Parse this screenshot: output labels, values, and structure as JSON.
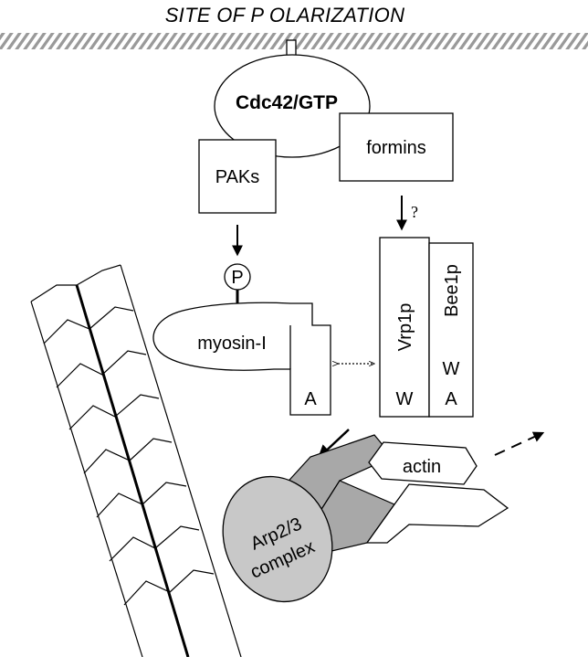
{
  "title": "SITE OF P OLARIZATION",
  "nodes": {
    "cdc42": "Cdc42/GTP",
    "paks": "PAKs",
    "formins": "formins",
    "phospho": "P",
    "myosin": "myosin-I",
    "myosin_a": "A",
    "vrp1p": "Vrp1p",
    "vrp1p_w": "W",
    "bee1p": "Bee1p",
    "bee1p_w": "W",
    "bee1p_a": "A",
    "actin": "actin",
    "arp_line1": "Arp2/3",
    "arp_line2": "complex"
  },
  "annotations": {
    "question_mark": "?"
  },
  "colors": {
    "hatch": "#9a9a9a",
    "arp_fill": "#c8c8c8",
    "filament_shade": "#a8a8a8",
    "ink": "#000000"
  }
}
